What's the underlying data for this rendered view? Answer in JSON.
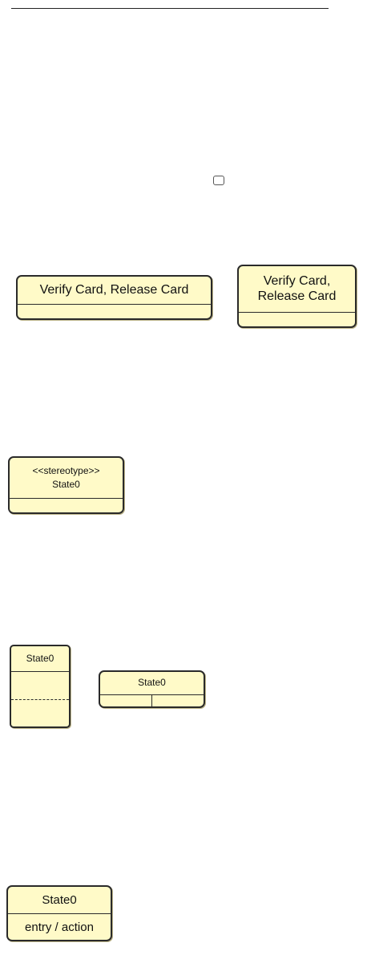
{
  "states": {
    "verify_wide": {
      "name": "Verify Card, Release Card"
    },
    "verify_narrow": {
      "name": "Verify Card,\nRelease Card"
    },
    "stereotyped": {
      "stereotype": "<<stereotype>>",
      "name": "State0"
    },
    "vertical_regions": {
      "name": "State0"
    },
    "horizontal_regions": {
      "name": "State0"
    },
    "with_action": {
      "name": "State0",
      "internal_action": "entry / action"
    }
  }
}
